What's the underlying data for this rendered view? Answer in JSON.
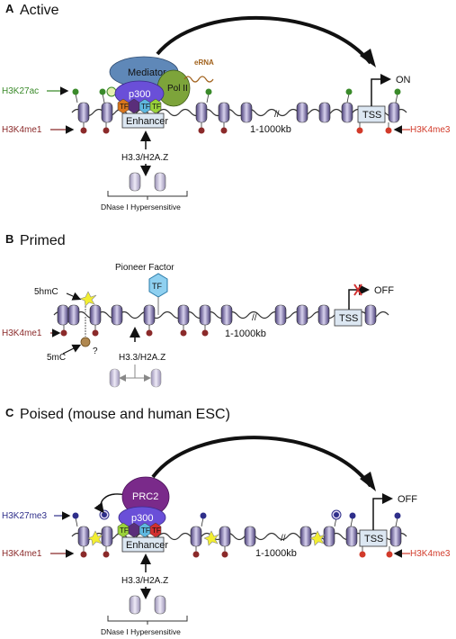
{
  "colors": {
    "h3k27ac": "#3a8a2a",
    "h3k4me1": "#8b2a2a",
    "h3k4me3": "#d23a2a",
    "h3k27me3": "#2e2e8a",
    "mediator": "#5f88b8",
    "p300": "#6a4fd8",
    "polii": "#7da43a",
    "prc2": "#7a2a8a",
    "tf_orange": "#d8761e",
    "tf_purple": "#5a2e7a",
    "tf_cyan": "#5fb8e0",
    "tf_green": "#9ad23a",
    "tf_red": "#d23030",
    "nucleosome": "#6a5f9a",
    "enhancer_box": "#dce7f2",
    "erna": "#a0601a",
    "off_x": "#d23030"
  },
  "panelA": {
    "letter": "A",
    "title": "Active",
    "mediator": "Mediator",
    "erna": "eRNA",
    "p300": "p300",
    "polii": "Pol II",
    "tf": "TF",
    "enhancer": "Enhancer",
    "h3k27ac": "H3K27ac",
    "h3k4me1": "H3K4me1",
    "h3k4me3": "H3K4me3",
    "distance": "1-1000kb",
    "tss": "TSS",
    "on": "ON",
    "variant": "H3.3/H2A.Z",
    "dnase": "DNase I Hypersensitive"
  },
  "panelB": {
    "letter": "B",
    "title": "Primed",
    "pioneer": "Pioneer Factor",
    "tf": "TF",
    "hmC": "5hmC",
    "mC": "5mC",
    "question": "?",
    "h3k4me1": "H3K4me1",
    "distance": "1-1000kb",
    "tss": "TSS",
    "off": "OFF",
    "variant": "H3.3/H2A.Z"
  },
  "panelC": {
    "letter": "C",
    "title": "Poised (mouse and human ESC)",
    "prc2": "PRC2",
    "p300": "p300",
    "tf": "TF",
    "enhancer": "Enhancer",
    "h3k27me3": "H3K27me3",
    "h3k4me1": "H3K4me1",
    "h3k4me3": "H3K4me3",
    "distance": "1-1000kb",
    "tss": "TSS",
    "off": "OFF",
    "variant": "H3.3/H2A.Z",
    "dnase": "DNase I Hypersensitive"
  }
}
